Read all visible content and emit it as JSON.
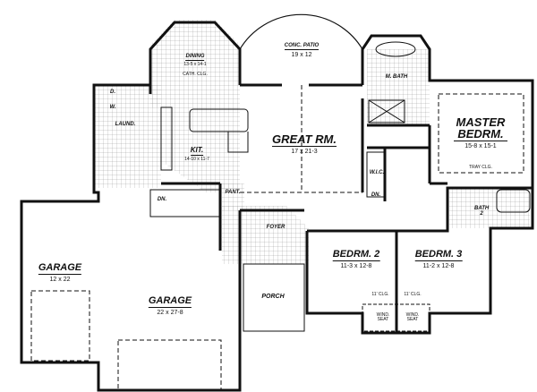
{
  "rooms": {
    "dining": {
      "name": "DINING",
      "dims": "13-5 x 14-1",
      "note": "CATH. CLG."
    },
    "patio": {
      "name": "CONC. PATIO",
      "dims": "19 x 12"
    },
    "m_bath": {
      "name": "M. BATH"
    },
    "master": {
      "name": "MASTER BEDRM.",
      "dims": "15-8 x 15-1",
      "note": "TRAY CLG."
    },
    "great": {
      "name": "GREAT RM.",
      "dims": "17 x 21-3"
    },
    "kit": {
      "name": "KIT.",
      "dims": "14-10 x 11-7"
    },
    "d": {
      "name": "D."
    },
    "w": {
      "name": "W."
    },
    "laund": {
      "name": "LAUND."
    },
    "pant": {
      "name": "PANT."
    },
    "wic": {
      "name": "W.I.C."
    },
    "dn1": {
      "name": "DN."
    },
    "dn2": {
      "name": "DN."
    },
    "bath2": {
      "name": "BATH 2"
    },
    "foyer": {
      "name": "FOYER"
    },
    "garage1": {
      "name": "GARAGE",
      "dims": "12 x 22"
    },
    "garage2": {
      "name": "GARAGE",
      "dims": "22 x 27-8"
    },
    "porch": {
      "name": "PORCH"
    },
    "bed2": {
      "name": "BEDRM. 2",
      "dims": "11-3 x 12-8",
      "clg": "11' CLG.",
      "seat": "WIND. SEAT"
    },
    "bed3": {
      "name": "BEDRM. 3",
      "dims": "11-2 x 12-8",
      "clg": "11' CLG.",
      "seat": "WIND. SEAT"
    }
  }
}
